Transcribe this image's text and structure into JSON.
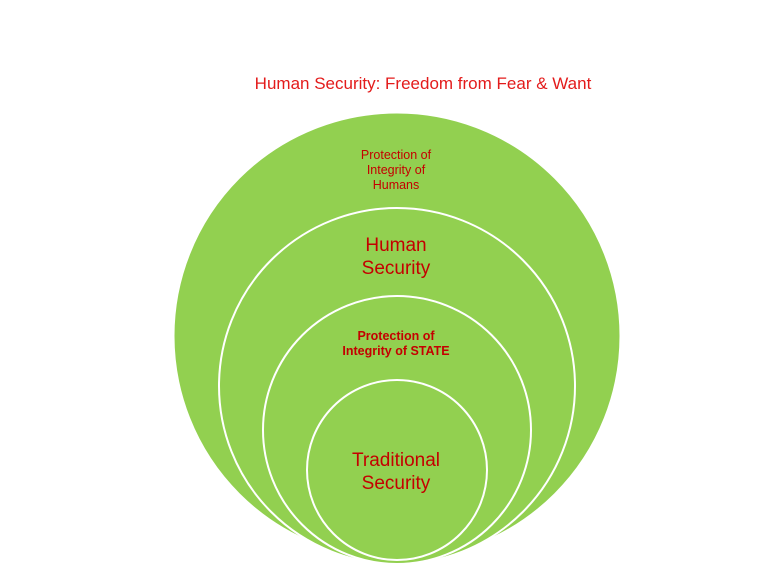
{
  "title": "Human Security: Freedom from Fear & Want",
  "colors": {
    "circle_fill": "#92d050",
    "circle_outline": "#ffffff",
    "text": "#c40000",
    "title": "#e31b1b"
  },
  "circles": [
    {
      "label": "Protection of Integrity of Humans"
    },
    {
      "label": "Human Security"
    },
    {
      "label": "Protection of Integrity of STATE"
    },
    {
      "label": "Traditional Security"
    }
  ],
  "labels": {
    "outer_line1": "Protection of",
    "outer_line2": "Integrity of",
    "outer_line3": "Humans",
    "human_line1": "Human",
    "human_line2": "Security",
    "state_line1": "Protection of",
    "state_line2": "Integrity of STATE",
    "trad_line1": "Traditional",
    "trad_line2": "Security"
  }
}
